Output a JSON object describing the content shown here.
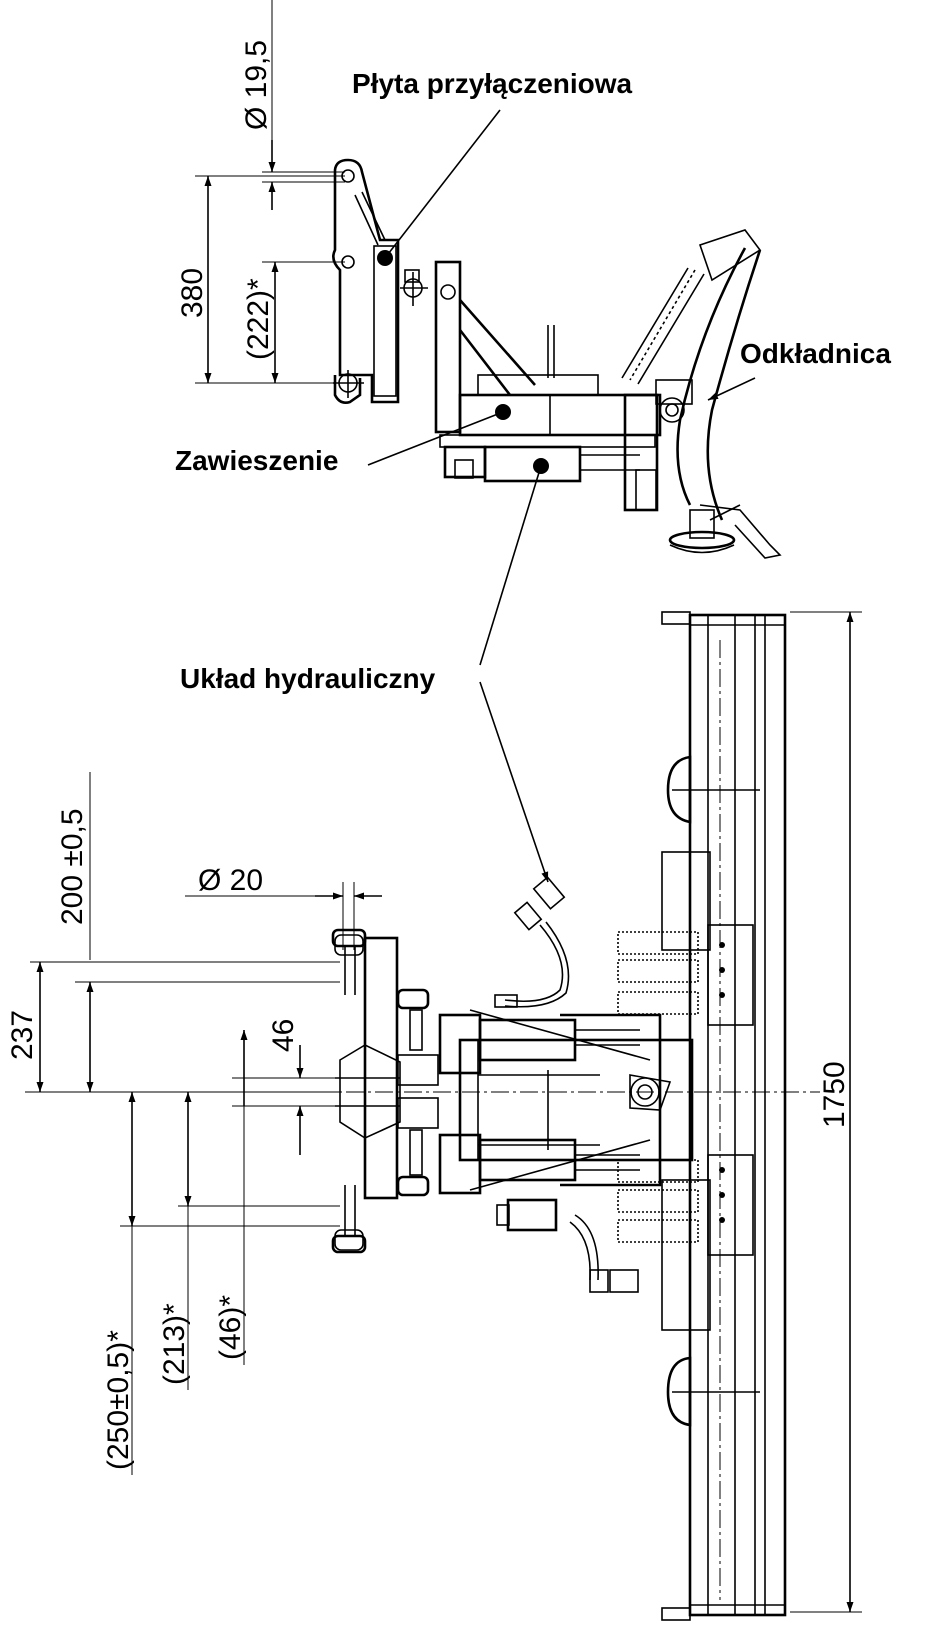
{
  "labels": {
    "plyta": "Płyta przyłączeniowa",
    "odkladnica": "Odkładnica",
    "zawieszenie": "Zawieszenie",
    "uklad": "Układ hydrauliczny"
  },
  "dimensions": {
    "d_pin_top": "Ø 19,5",
    "h_380": "380",
    "h_222": "(222)*",
    "d_pin_front": "Ø 20",
    "h_200": "200 ±0,5",
    "h_237": "237",
    "h_46": "46",
    "h_250": "(250±0,5)*",
    "h_213": "(213)*",
    "h_46b": "(46)*",
    "h_1750": "1750"
  },
  "colors": {
    "line": "#000000",
    "background": "#ffffff"
  }
}
